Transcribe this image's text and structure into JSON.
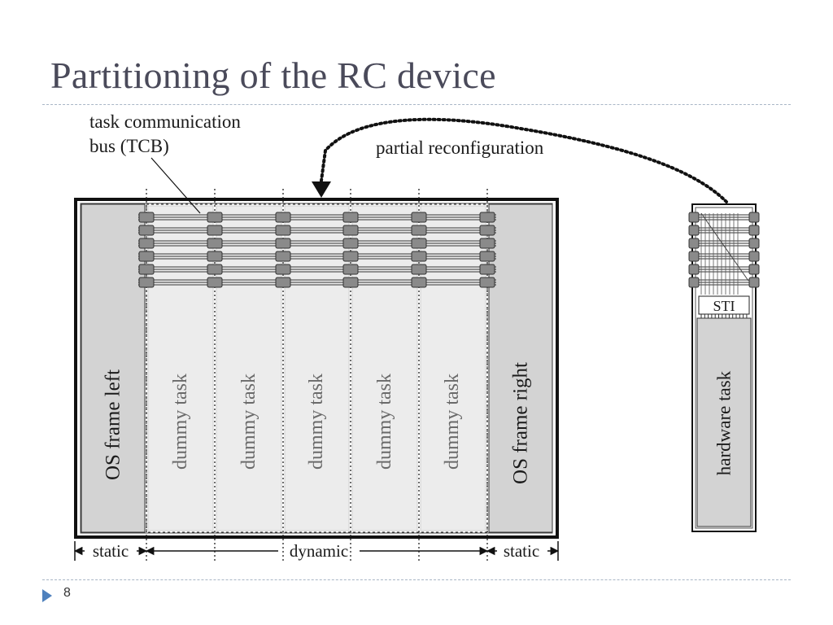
{
  "slide": {
    "title": "Partitioning of the RC device",
    "number": "8"
  },
  "diagram": {
    "tcb_label_line1": "task communication",
    "tcb_label_line2": "bus (TCB)",
    "partial_reconfig_label": "partial reconfiguration",
    "os_frame_left": "OS frame left",
    "os_frame_right": "OS frame right",
    "dummy_tasks": [
      "dummy task",
      "dummy task",
      "dummy task",
      "dummy task",
      "dummy task"
    ],
    "sti_label": "STI",
    "hardware_task_label": "hardware task",
    "static_left": "static",
    "dynamic": "dynamic",
    "static_right": "static"
  },
  "colors": {
    "os_frame_fill": "#d3d3d3",
    "dummy_fill": "#ececec",
    "connector_fill": "#8a8a8a",
    "footer_accent": "#4f81bd",
    "title_color": "#4a4a5a"
  }
}
